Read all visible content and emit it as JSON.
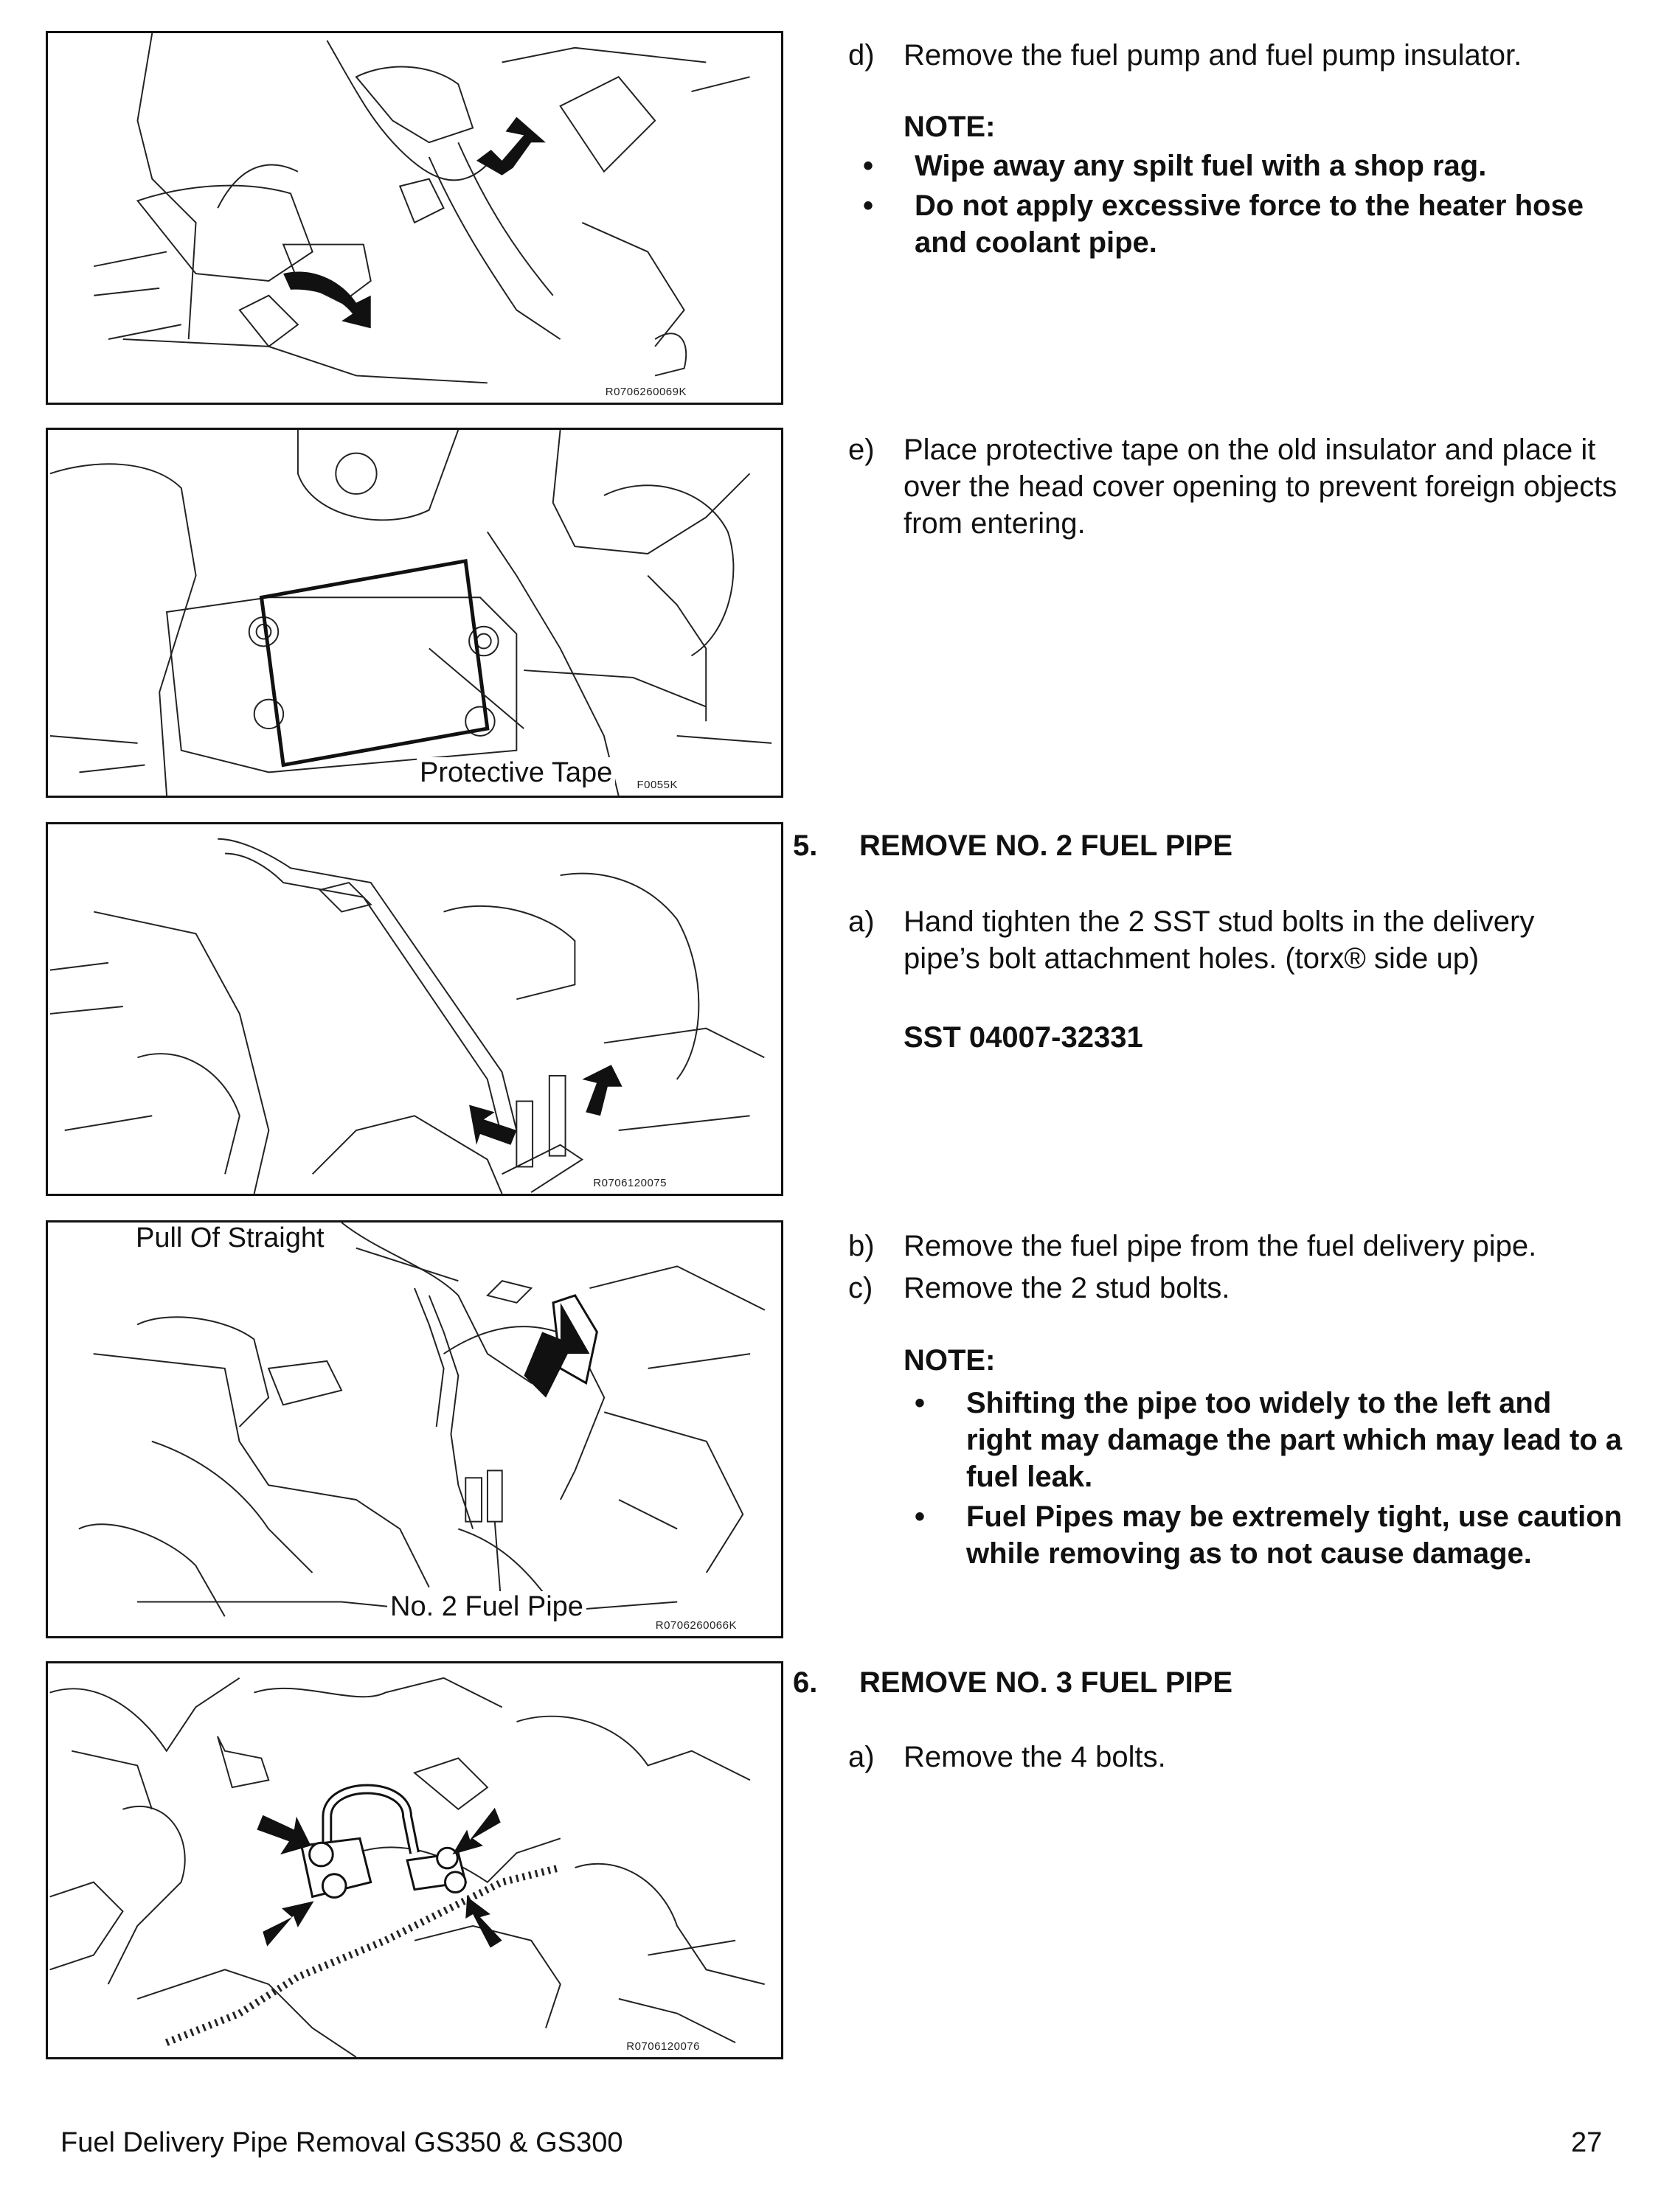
{
  "figures": [
    {
      "code": "R0706260069K"
    },
    {
      "code": "F0055K",
      "callout": "Protective Tape"
    },
    {
      "code": "R0706120075"
    },
    {
      "code": "R0706260066K",
      "callout_top": "Pull Of Straight",
      "callout_bottom": "No. 2 Fuel Pipe"
    },
    {
      "code": "R0706120076"
    }
  ],
  "step_d": {
    "letter": "d)",
    "text": "Remove the fuel pump and fuel pump insulator.",
    "note_label": "NOTE:",
    "bullets": [
      "Wipe away any spilt fuel with a shop rag.",
      "Do not apply excessive force to the heater hose and coolant pipe."
    ]
  },
  "step_e": {
    "letter": "e)",
    "text": "Place protective tape on the old insulator and place it over the head cover opening to prevent foreign objects from entering."
  },
  "section5": {
    "number": "5.",
    "title": "REMOVE NO. 2 FUEL PIPE",
    "step_a": {
      "letter": "a)",
      "text": "Hand tighten the 2 SST stud bolts in the delivery pipe’s bolt attachment holes. (torx® side up)"
    },
    "sst": "SST 04007-32331",
    "step_b": {
      "letter": "b)",
      "text": "Remove the fuel pipe from the fuel delivery pipe."
    },
    "step_c": {
      "letter": "c)",
      "text": "Remove the 2 stud bolts."
    },
    "note_label": "NOTE:",
    "bullets": [
      "Shifting the pipe too widely to the left and right may damage the part which may lead to a fuel leak.",
      "Fuel Pipes may be extremely tight, use caution while removing as to not cause damage."
    ]
  },
  "section6": {
    "number": "6.",
    "title": "REMOVE NO. 3 FUEL PIPE",
    "step_a": {
      "letter": "a)",
      "text": "Remove the 4 bolts."
    }
  },
  "footer": {
    "title": "Fuel Delivery Pipe Removal GS350 & GS300",
    "page": "27"
  }
}
